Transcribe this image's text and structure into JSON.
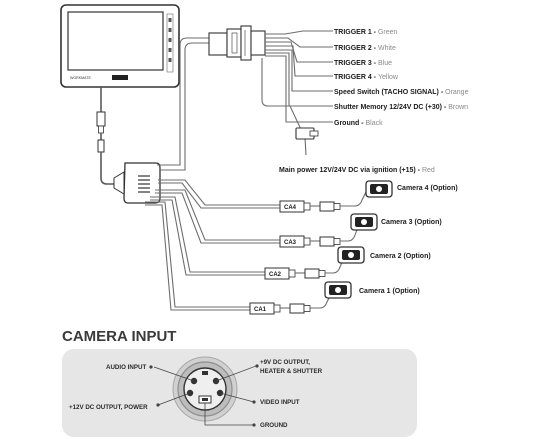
{
  "monitor": {
    "brand": "WORKMATE"
  },
  "triggers": [
    {
      "label": "TRIGGER 1",
      "color": "Green"
    },
    {
      "label": "TRIGGER 2",
      "color": "White"
    },
    {
      "label": "TRIGGER 3",
      "color": "Blue"
    },
    {
      "label": "TRIGGER 4",
      "color": "Yellow"
    },
    {
      "label": "Speed Switch (TACHO SIGNAL)",
      "color": "Orange"
    },
    {
      "label": "Shutter Memory 12/24V DC (+30)",
      "color": "Brown"
    },
    {
      "label": "Ground",
      "color": "Black"
    }
  ],
  "main_power": {
    "label": "Main power 12V/24V DC via ignition (+15)",
    "color": "Red"
  },
  "cameras": [
    {
      "tag": "CA4",
      "label": "Camera 4 (Option)"
    },
    {
      "tag": "CA3",
      "label": "Camera 3 (Option)"
    },
    {
      "tag": "CA2",
      "label": "Camera 2 (Option)"
    },
    {
      "tag": "CA1",
      "label": "Camera 1 (Option)"
    }
  ],
  "camera_input": {
    "title": "CAMERA INPUT",
    "pins": {
      "audio": "AUDIO INPUT",
      "dc9v_line1": "+9V DC OUTPUT,",
      "dc9v_line2": "HEATER & SHUTTER",
      "dc12v": "+12V DC OUTPUT, POWER",
      "video": "VIDEO INPUT",
      "ground": "GROUND"
    }
  }
}
